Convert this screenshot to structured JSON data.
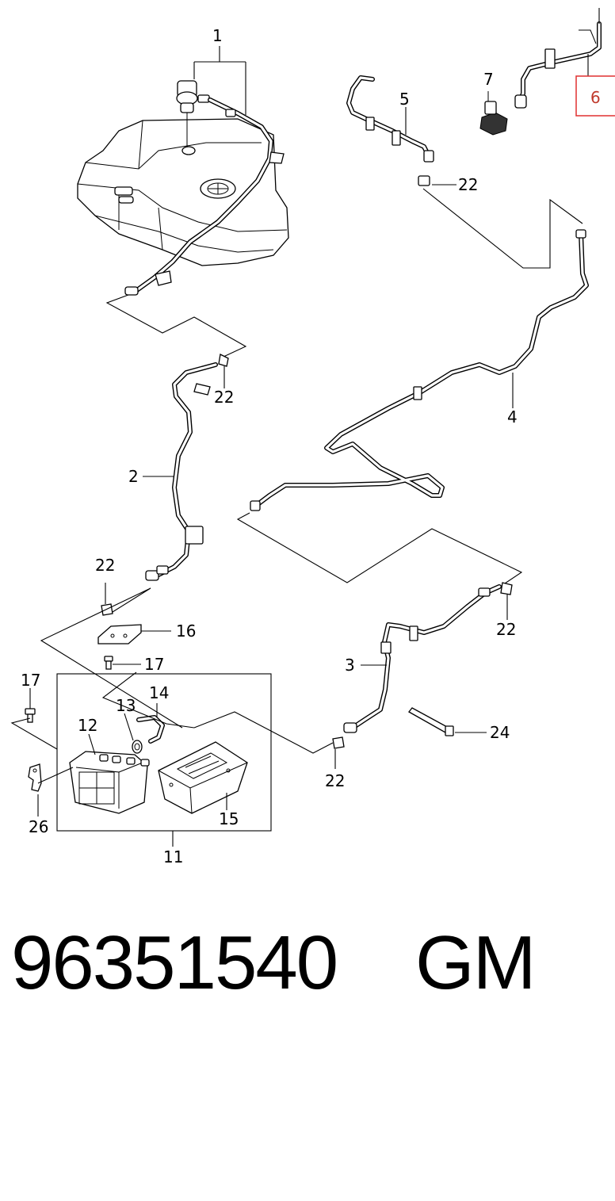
{
  "callouts": {
    "c1": "1",
    "c2": "2",
    "c3": "3",
    "c4": "4",
    "c5": "5",
    "c6": "6",
    "c7": "7",
    "c11": "11",
    "c12": "12",
    "c13": "13",
    "c14": "14",
    "c15": "15",
    "c16": "16",
    "c17a": "17",
    "c17b": "17",
    "c22a": "22",
    "c22b": "22",
    "c22c": "22",
    "c22d": "22",
    "c22e": "22",
    "c24": "24",
    "c26": "26"
  },
  "highlight": {
    "callout": "6",
    "color": "#e03030"
  },
  "footer": {
    "part_number": "96351540",
    "brand": "GM"
  }
}
